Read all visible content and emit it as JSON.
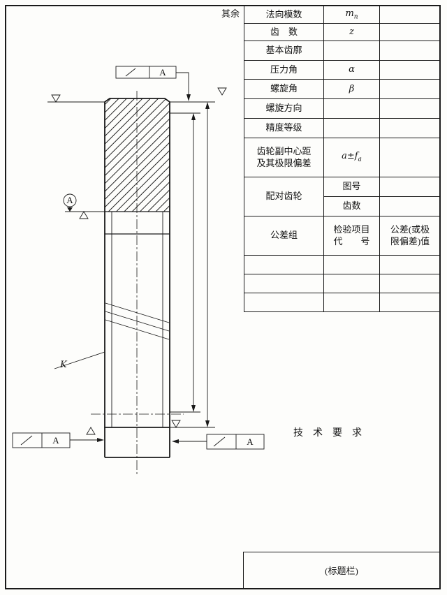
{
  "sheet": {
    "surplus_note": "其余",
    "tech_requirements": "技　术　要　求",
    "title_block": "(标题栏)"
  },
  "param_table": {
    "rows": [
      {
        "label": "法向模数",
        "sym": "m",
        "sub": "n"
      },
      {
        "label": "齿　数",
        "sym": "z"
      },
      {
        "label": "基本齿廓"
      },
      {
        "label": "压力角",
        "sym": "α"
      },
      {
        "label": "螺旋角",
        "sym": "β"
      },
      {
        "label": "螺旋方向"
      },
      {
        "label": "精度等级"
      },
      {
        "label": "齿轮副中心距\n及其极限偏差",
        "sym": "a±f",
        "sub": "a"
      },
      {
        "group": "配对齿轮",
        "label": "图号"
      },
      {
        "label": "齿数"
      },
      {
        "label": "公差组",
        "col2": "检验项目\n代　　号",
        "col3": "公差(或极\n限偏差)值"
      }
    ]
  },
  "drawing": {
    "datum_label": "A",
    "view_label": "K",
    "fcf_top_datum": "A",
    "fcf_bottom_left_datum": "A",
    "fcf_bottom_right_datum": "A"
  }
}
